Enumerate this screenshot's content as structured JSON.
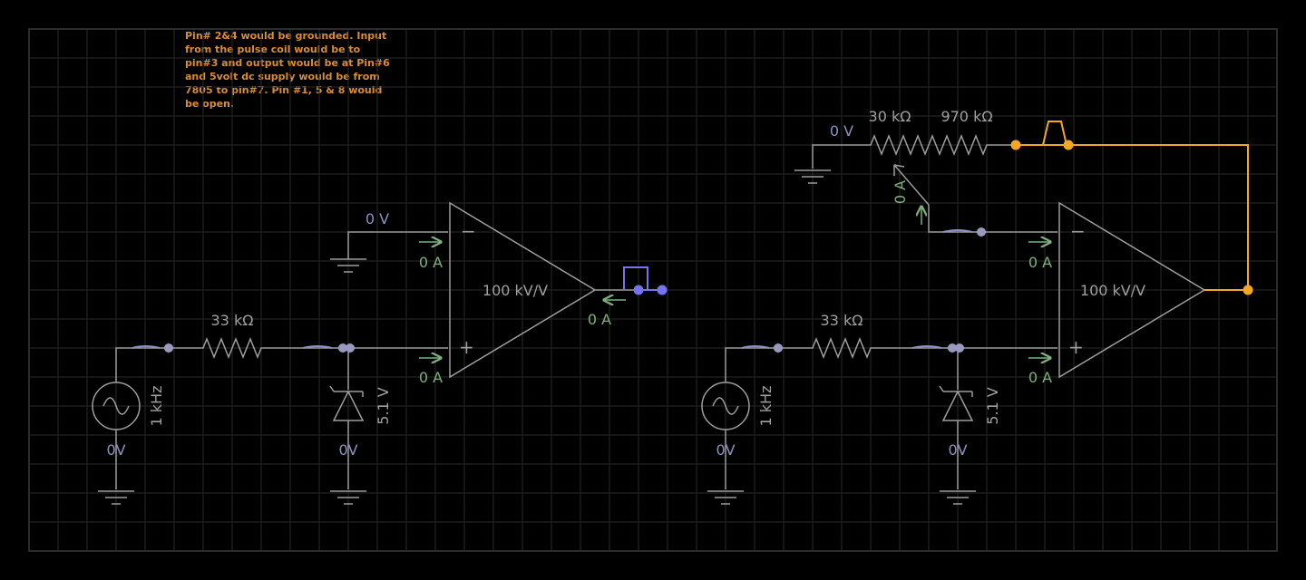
{
  "note": {
    "text": "Pin# 2&4 would be grounded. Input from the pulse coil would be to pin#3 and output would be at Pin#6 and 5volt dc supply would be from 7805 to pin#7. Pin #1, 5 & 8 would be open."
  },
  "colors": {
    "background": "#000000",
    "grid": "#2a2a2a",
    "border": "#3a3a3a",
    "wire": "#9e9e9e",
    "label_gray": "#a0a0a0",
    "voltage_blue": "#8a93c0",
    "current_green": "#7fb07f",
    "note_orange": "#d98c3a",
    "probe_blue": "#7474ee",
    "probe_orange": "#f5a623"
  },
  "circuit_left": {
    "source_freq": "1 kHz",
    "source_voltage": "0V",
    "resistor": "33 kΩ",
    "zener": "5.1 V",
    "zener_voltage": "0V",
    "inv_voltage": "0 V",
    "inv_current": "0 A",
    "noninv_current": "0 A",
    "gain": "100 kV/V",
    "out_current": "0 A",
    "inv_sign": "−",
    "noninv_sign": "+"
  },
  "circuit_right": {
    "source_freq": "1 kHz",
    "source_voltage": "0V",
    "resistor": "33 kΩ",
    "zener": "5.1 V",
    "zener_voltage": "0V",
    "pot_top_voltage": "0 V",
    "pot_r1": "30 kΩ",
    "pot_r2": "970 kΩ",
    "wiper_current": "0 A",
    "inv_current": "0 A",
    "noninv_current": "0 A",
    "gain": "100 kV/V",
    "inv_sign": "−",
    "noninv_sign": "+"
  }
}
